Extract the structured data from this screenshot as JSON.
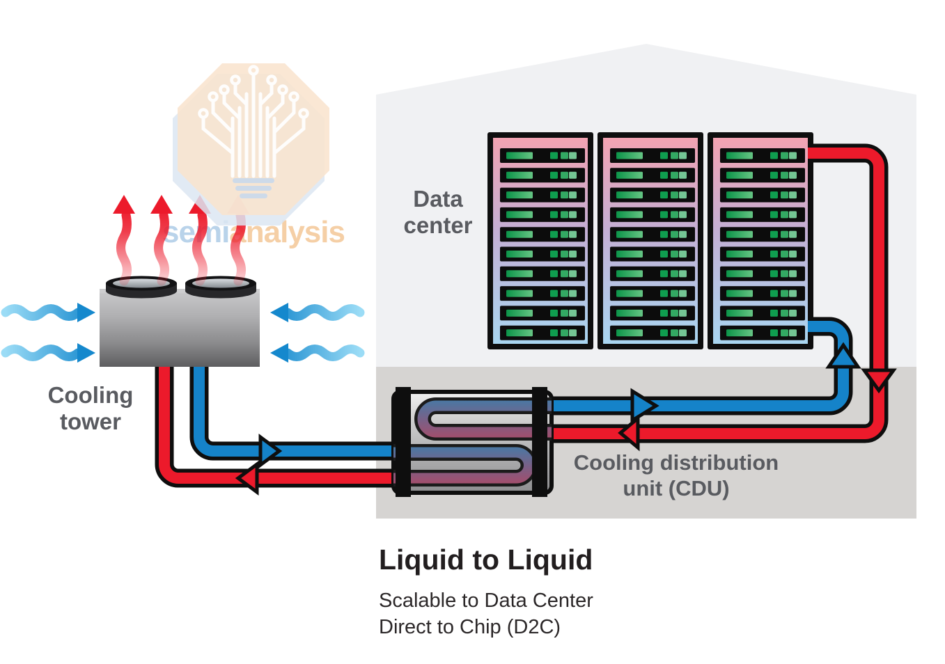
{
  "watermark": {
    "part1": "semi",
    "part2": "analysis"
  },
  "labels": {
    "data_center_line1": "Data",
    "data_center_line2": "center",
    "cooling_tower_line1": "Cooling",
    "cooling_tower_line2": "tower",
    "cdu_line1": "Cooling distribution",
    "cdu_line2": "unit (CDU)"
  },
  "caption": {
    "title": "Liquid to Liquid",
    "subtitle_line1": "Scalable to Data Center",
    "subtitle_line2": "Direct to Chip (D2C)"
  },
  "diagram": {
    "racks": {
      "count": 3,
      "rows_per_rack": 10,
      "leds_per_row": 3
    },
    "heat_arrow_count": 4,
    "air_arrows_per_side": 2,
    "colors": {
      "hot": "#ec1a2b",
      "cold": "#1583c9",
      "air_head": "#1588cd",
      "air_tail": "#9bdcf6",
      "outline": "#0e0e0e",
      "building": "#f0f1f3",
      "floor": "#d6d4d2",
      "rack_top": "#f3a3b2",
      "rack_mid": "#c4afd4",
      "rack_bottom": "#a9d6f1",
      "led_green_dark": "#0c9449",
      "led_green_light": "#66c584",
      "label_gray": "#595b60",
      "title_dark": "#221e1f",
      "watermark_peach": "#f9e4ce",
      "watermark_blue": "#b9d3ea",
      "watermark_orange": "#f5cfa6"
    }
  }
}
